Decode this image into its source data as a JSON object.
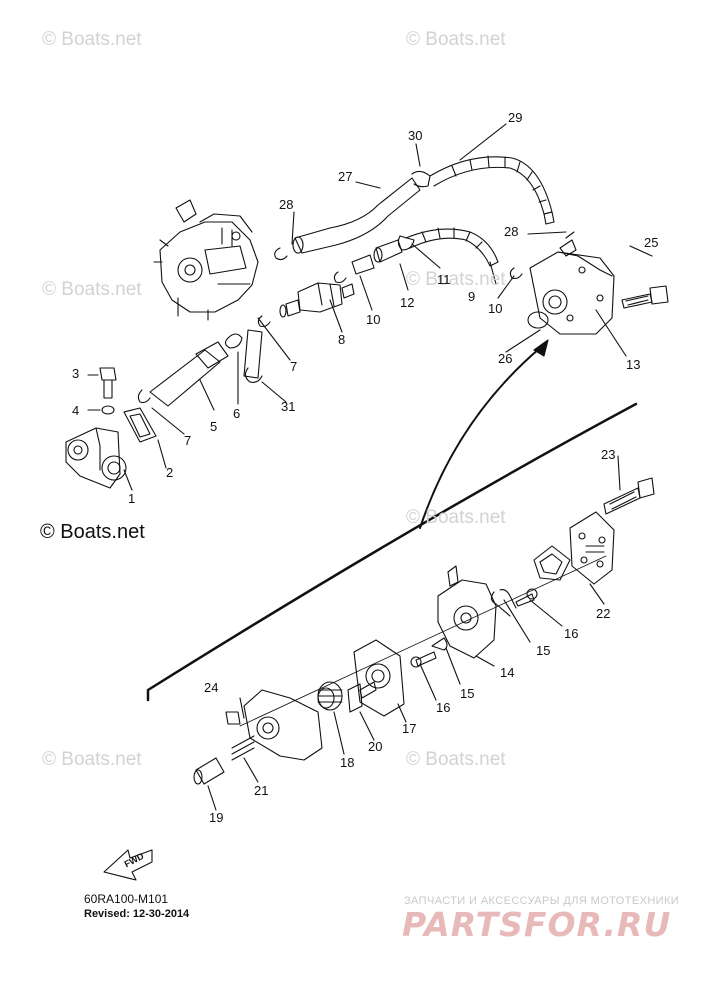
{
  "watermarks": [
    "© Boats.net",
    "© Boats.net",
    "© Boats.net",
    "© Boats.net",
    "© Boats.net",
    "© Boats.net",
    "© Boats.net",
    "© Boats.net"
  ],
  "main_watermark": "© Boats.net",
  "part_labels": [
    "1",
    "2",
    "3",
    "4",
    "5",
    "6",
    "7",
    "7",
    "8",
    "9",
    "10",
    "10",
    "11",
    "12",
    "13",
    "14",
    "15",
    "15",
    "16",
    "16",
    "17",
    "18",
    "19",
    "20",
    "21",
    "22",
    "23",
    "24",
    "25",
    "26",
    "27",
    "28",
    "28",
    "29",
    "30",
    "31"
  ],
  "fwd_label": "FWD",
  "diagram_code": "60RA100-M101",
  "revised": "Revised: 12-30-2014",
  "shop_tagline": "ЗАПЧАСТИ И АКСЕССУАРЫ ДЛЯ МОТОТЕХНИКИ",
  "shop_logo": "PARTSFOR.RU",
  "colors": {
    "line": "#111111",
    "watermark": "#d2d2d2",
    "logo": "#e8b9b9"
  }
}
